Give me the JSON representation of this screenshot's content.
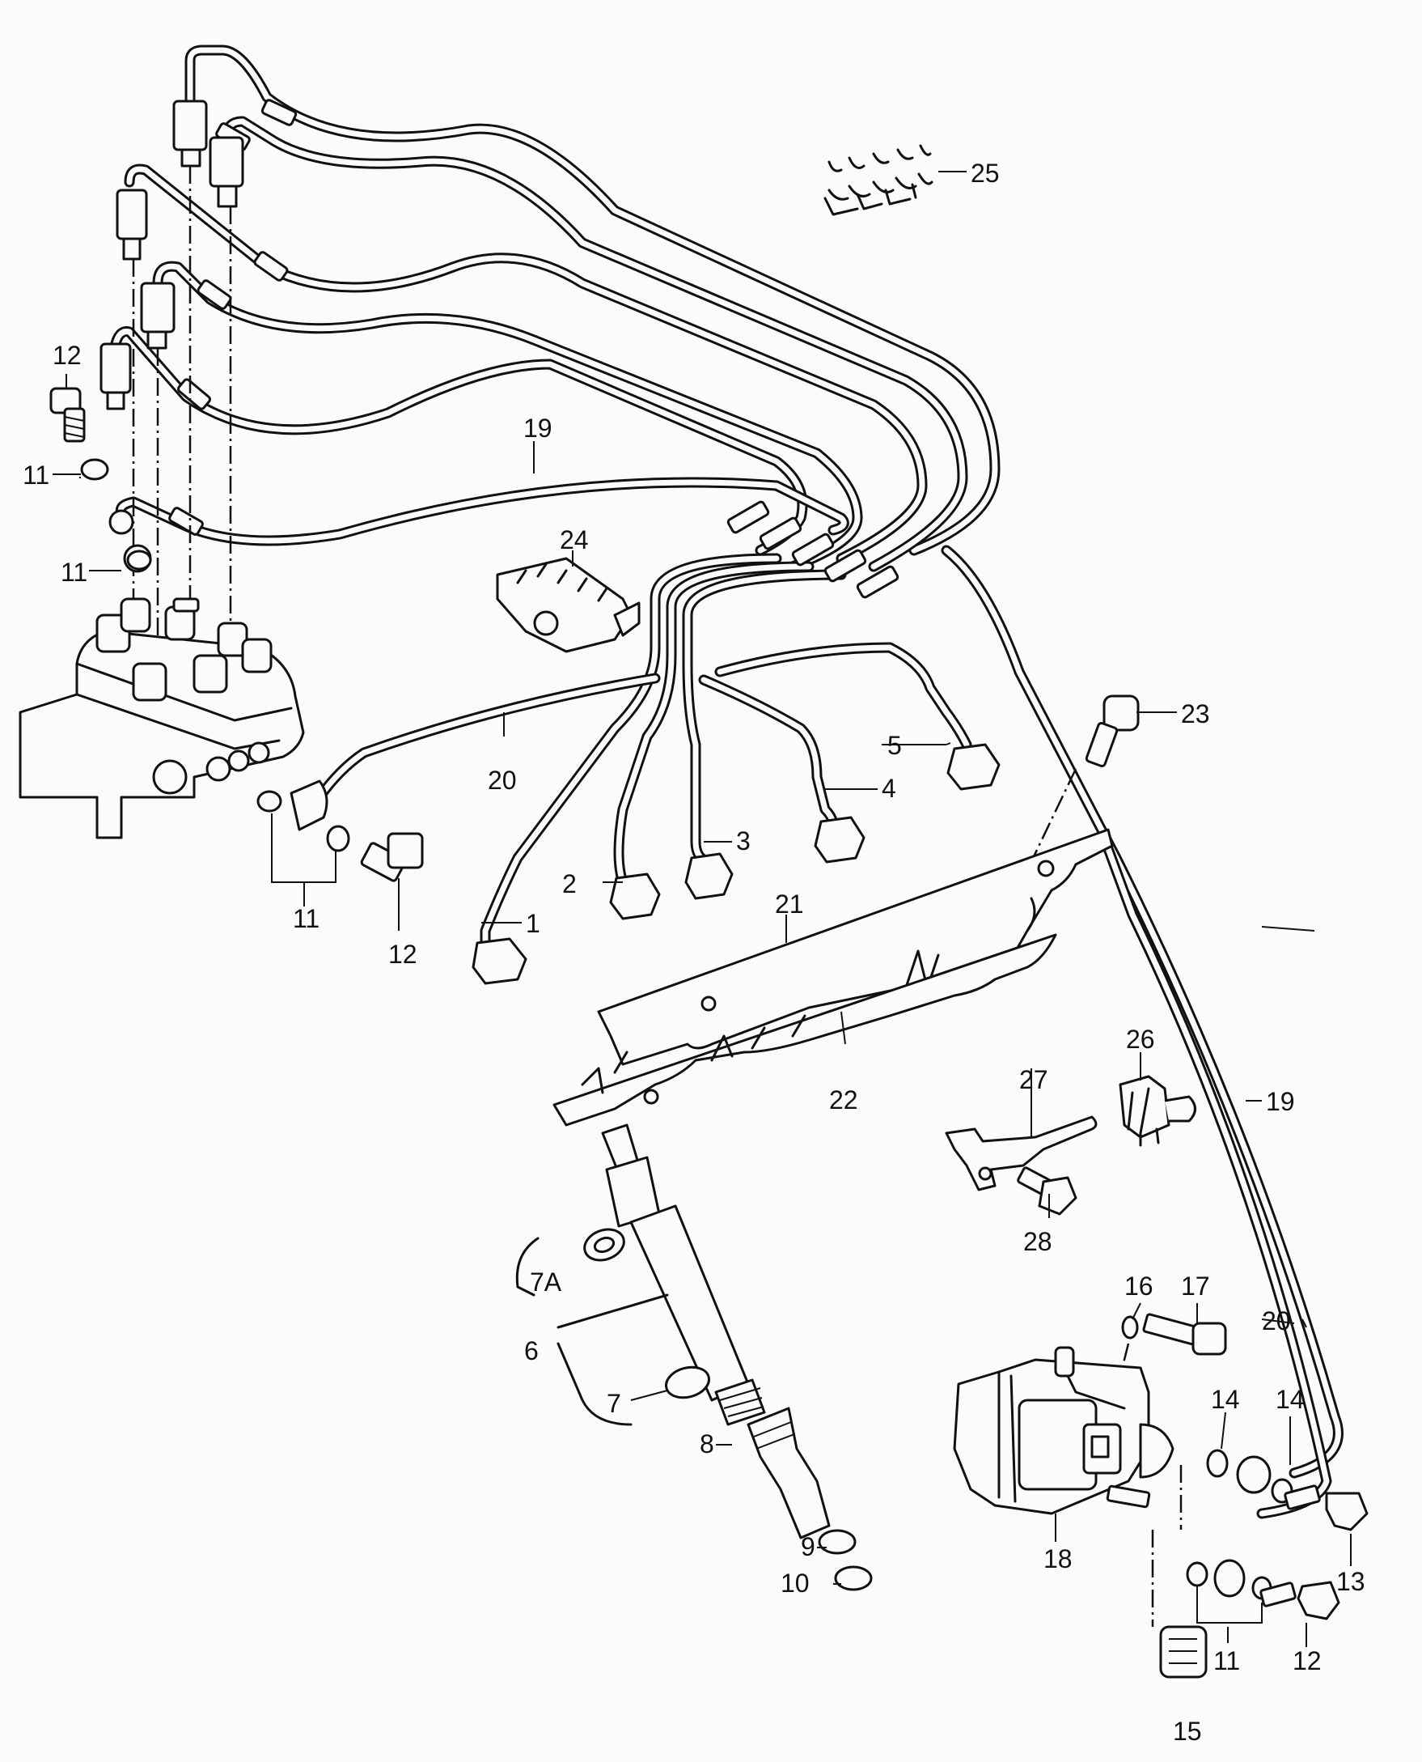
{
  "diagram": {
    "callouts": {
      "c1": "1",
      "c2": "2",
      "c3": "3",
      "c4": "4",
      "c5": "5",
      "c6": "6",
      "c7": "7",
      "c7a": "7A",
      "c8": "8",
      "c9": "9",
      "c10": "10",
      "c11_a": "11",
      "c11_b": "11",
      "c11_c": "11",
      "c11_d": "11",
      "c12_a": "12",
      "c12_b": "12",
      "c12_c": "12",
      "c13": "13",
      "c14_a": "14",
      "c14_b": "14",
      "c15": "15",
      "c16": "16",
      "c17": "17",
      "c18": "18",
      "c19_a": "19",
      "c19_b": "19",
      "c20_a": "20",
      "c20_b": "20",
      "c21": "21",
      "c22": "22",
      "c23": "23",
      "c24": "24",
      "c25": "25",
      "c26": "26",
      "c27": "27",
      "c28": "28"
    },
    "colors": {
      "ink": "#111111",
      "paper": "#fbfbf9"
    }
  }
}
